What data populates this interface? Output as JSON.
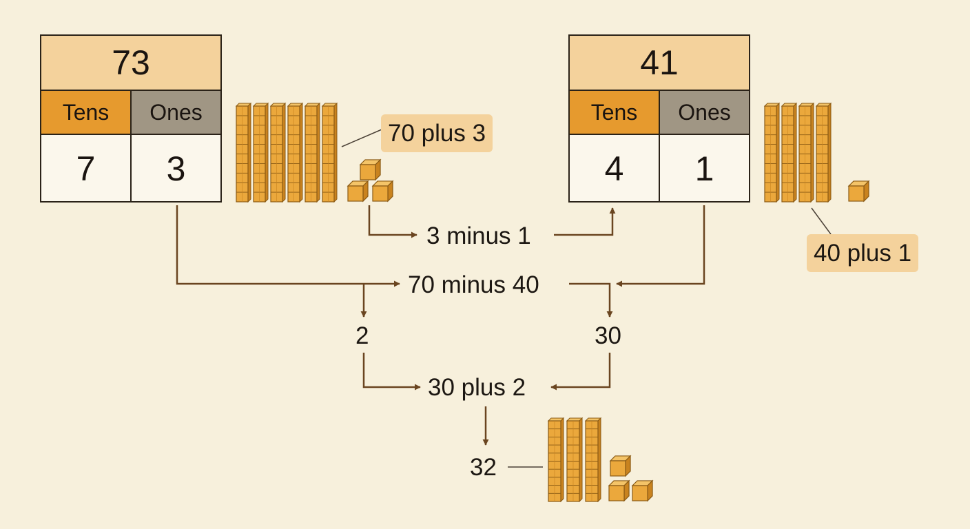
{
  "left_table": {
    "number": "73",
    "tens_header": "Tens",
    "ones_header": "Ones",
    "tens_digit": "7",
    "ones_digit": "3"
  },
  "right_table": {
    "number": "41",
    "tens_header": "Tens",
    "ones_header": "Ones",
    "tens_digit": "4",
    "ones_digit": "1"
  },
  "callouts": {
    "left": "70 plus 3",
    "right": "40 plus 1"
  },
  "steps": {
    "ones_difference": "3 minus 1",
    "tens_difference": "70 minus 40",
    "ones_result": "2",
    "tens_result": "30",
    "recombine": "30 plus 2",
    "answer": "32"
  },
  "blocks": {
    "left": {
      "tens": 6,
      "ones": 3
    },
    "right": {
      "tens": 4,
      "ones": 1
    },
    "answer": {
      "tens": 3,
      "ones": 3
    }
  },
  "colors": {
    "background": "#f7f0dc",
    "block_fill": "#eba83c",
    "block_stroke": "#8a5a14",
    "arrow": "#6a4520",
    "callout_fill": "#f4d29c"
  }
}
